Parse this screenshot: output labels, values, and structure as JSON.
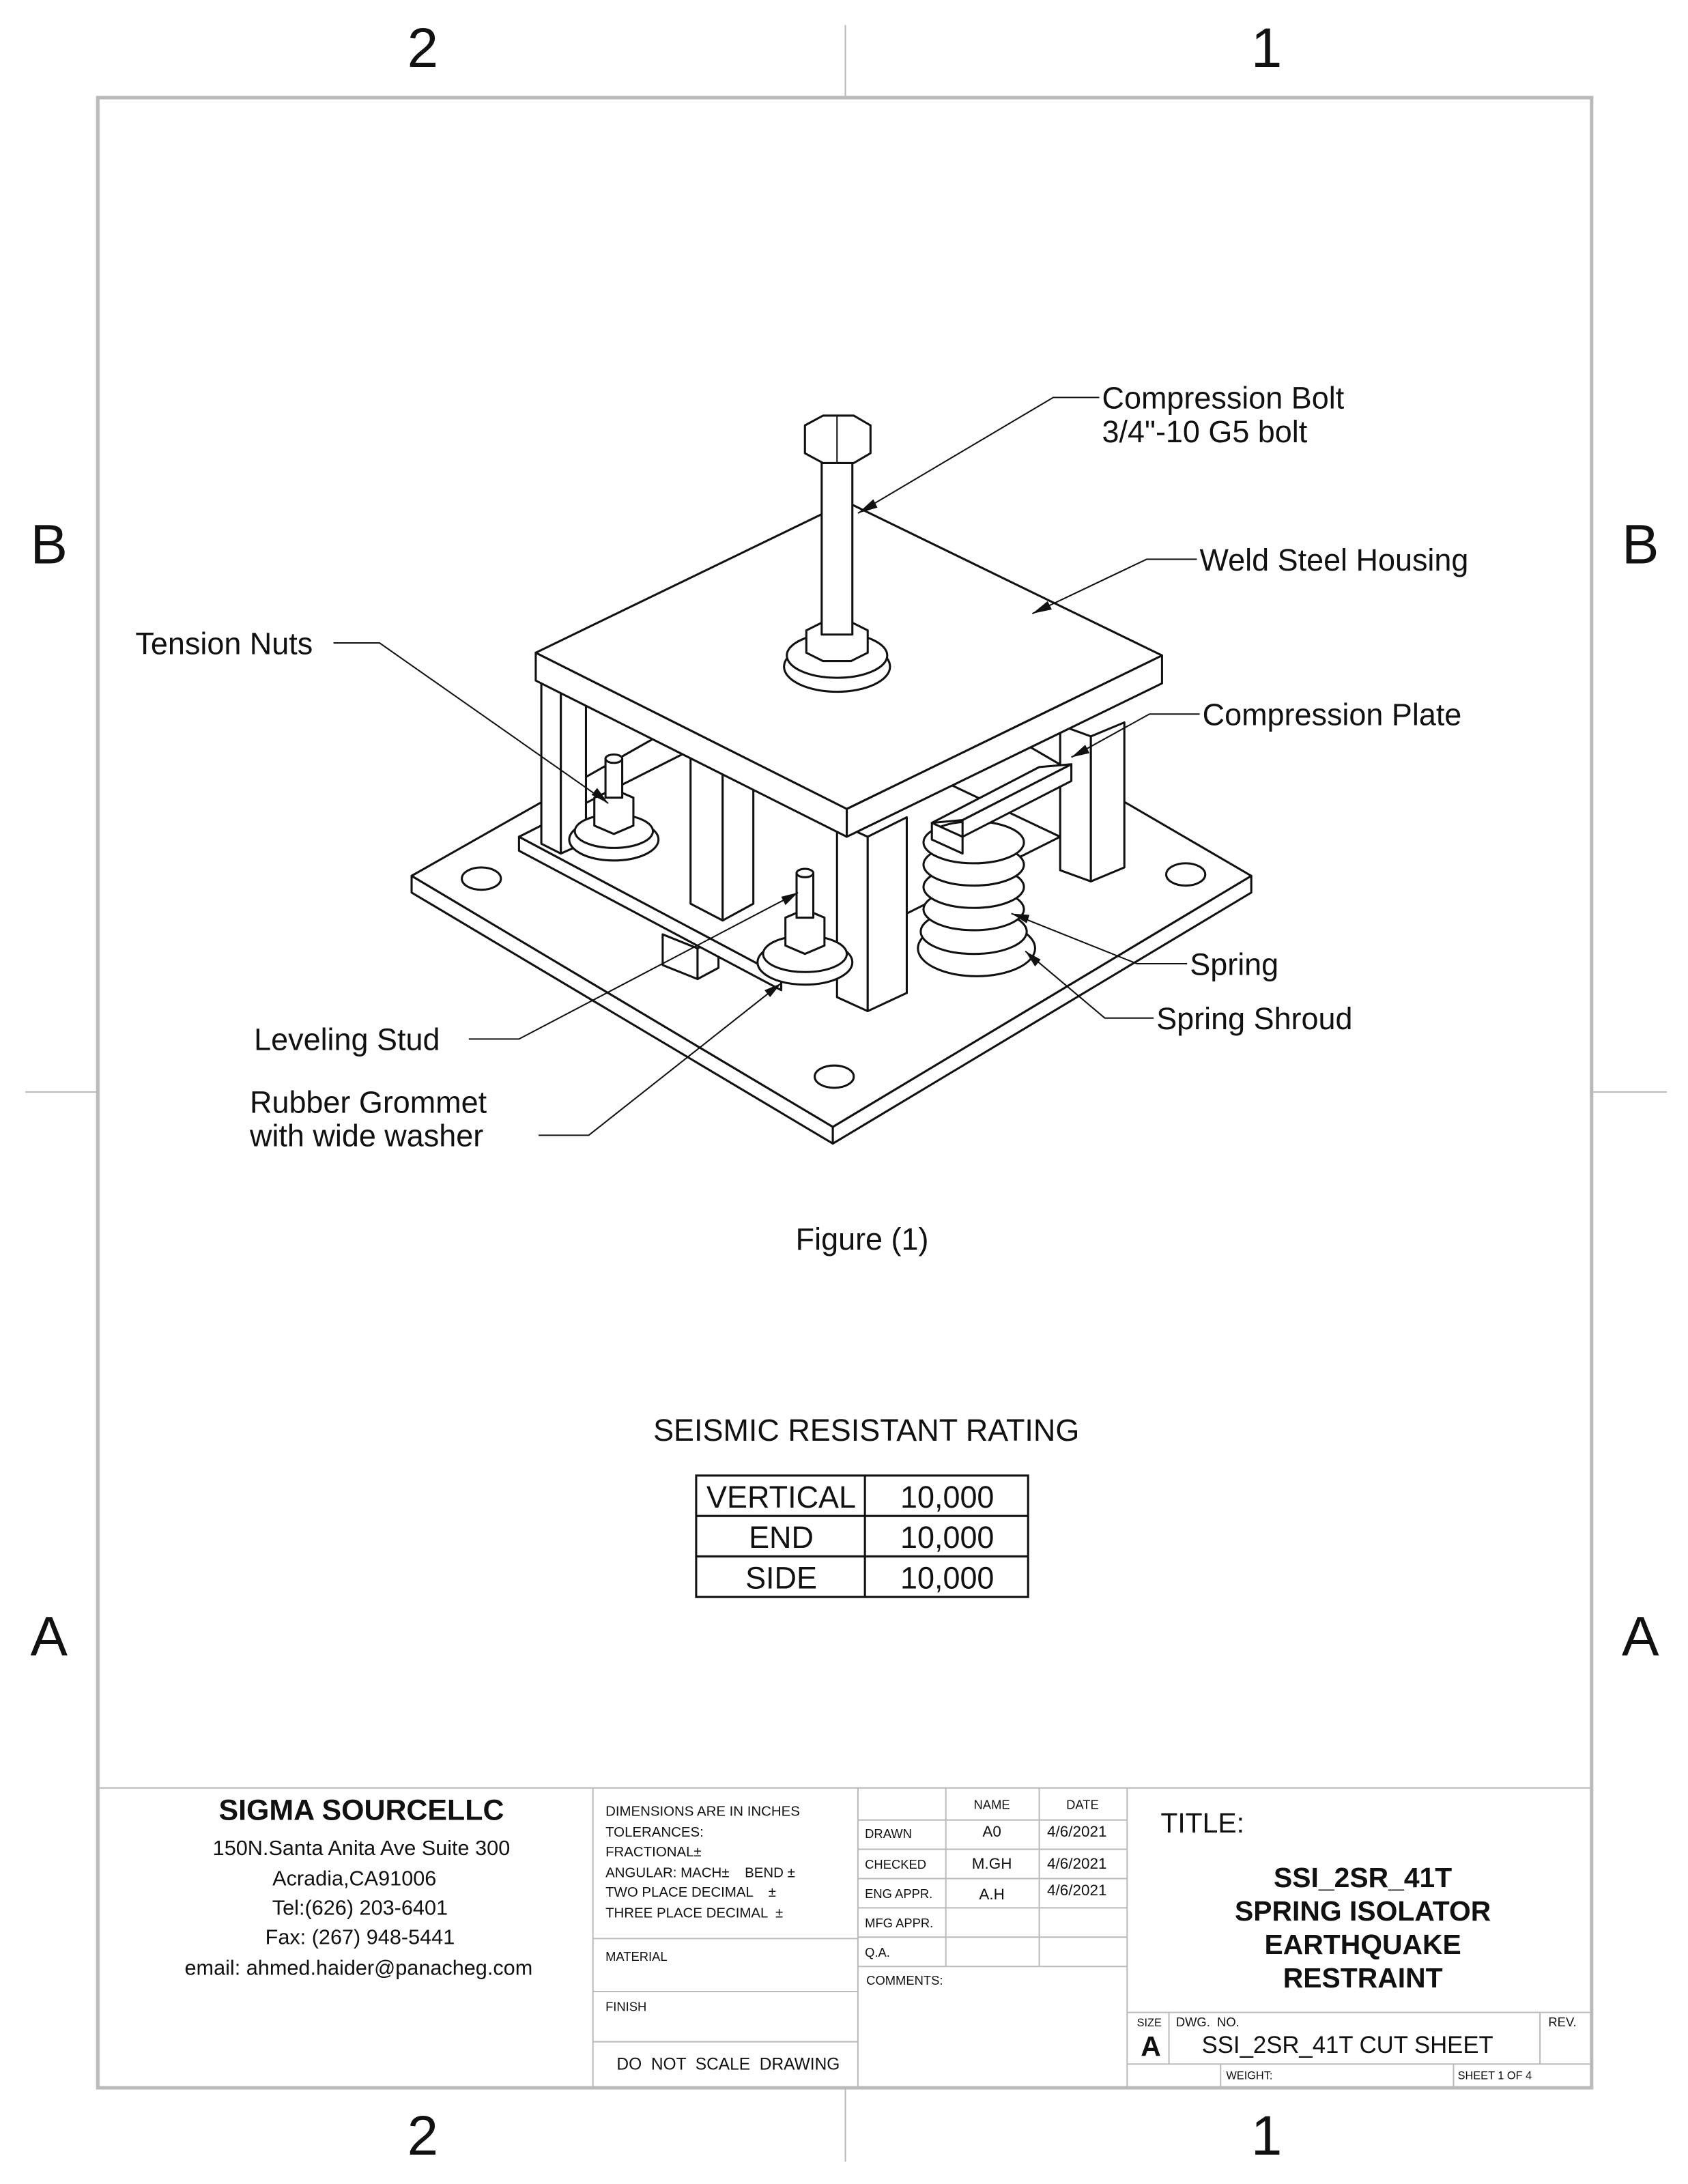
{
  "zones": {
    "top": [
      "2",
      "1"
    ],
    "bottom": [
      "2",
      "1"
    ],
    "left": [
      "B",
      "A"
    ],
    "right": [
      "B",
      "A"
    ]
  },
  "callouts": {
    "compression_bolt": [
      "Compression Bolt",
      "3/4\"-10 G5 bolt"
    ],
    "weld_steel_housing": "Weld Steel Housing",
    "tension_nuts": "Tension Nuts",
    "compression_plate": "Compression Plate",
    "spring": "Spring",
    "spring_shroud": "Spring Shroud",
    "leveling_stud": "Leveling Stud",
    "rubber_grommet": [
      "Rubber Grommet",
      "with wide washer"
    ]
  },
  "figure_caption": "Figure (1)",
  "rating": {
    "title": "SEISMIC RESISTANT RATING",
    "rows": [
      {
        "label": "VERTICAL",
        "value": "10,000"
      },
      {
        "label": "END",
        "value": "10,000"
      },
      {
        "label": "SIDE",
        "value": "10,000"
      }
    ]
  },
  "title_block": {
    "company": "SIGMA SOURCELLC",
    "address": [
      "150N.Santa Anita Ave Suite 300",
      "Acradia,CA91006",
      "Tel:(626) 203-6401",
      "Fax: (267) 948-5441",
      "email: ahmed.haider@panacheg.com"
    ],
    "tolerances": [
      "DIMENSIONS ARE IN INCHES",
      "TOLERANCES:",
      "FRACTIONAL±",
      "ANGULAR: MACH±    BEND ±",
      "TWO PLACE DECIMAL    ±",
      "THREE PLACE DECIMAL  ±"
    ],
    "material_label": "MATERIAL",
    "finish_label": "FINISH",
    "do_not_scale": "DO  NOT  SCALE  DRAWING",
    "approvals_headers": {
      "name": "NAME",
      "date": "DATE"
    },
    "approvals": [
      {
        "role": "DRAWN",
        "name": "A0",
        "date": "4/6/2021"
      },
      {
        "role": "CHECKED",
        "name": "M.GH",
        "date": "4/6/2021"
      },
      {
        "role": "ENG APPR.",
        "name": "A.H",
        "date": "4/6/2021"
      },
      {
        "role": "MFG APPR.",
        "name": "",
        "date": ""
      },
      {
        "role": "Q.A.",
        "name": "",
        "date": ""
      }
    ],
    "comments_label": "COMMENTS:",
    "title_label": "TITLE:",
    "title_lines": [
      "SSI_2SR_41T",
      "SPRING ISOLATOR",
      "EARTHQUAKE",
      "RESTRAINT"
    ],
    "size_label": "SIZE",
    "size": "A",
    "dwg_no_label": "DWG.  NO.",
    "dwg_no": "SSI_2SR_41T CUT SHEET",
    "rev_label": "REV.",
    "weight_label": "WEIGHT:",
    "sheet": "SHEET 1 OF 4"
  }
}
